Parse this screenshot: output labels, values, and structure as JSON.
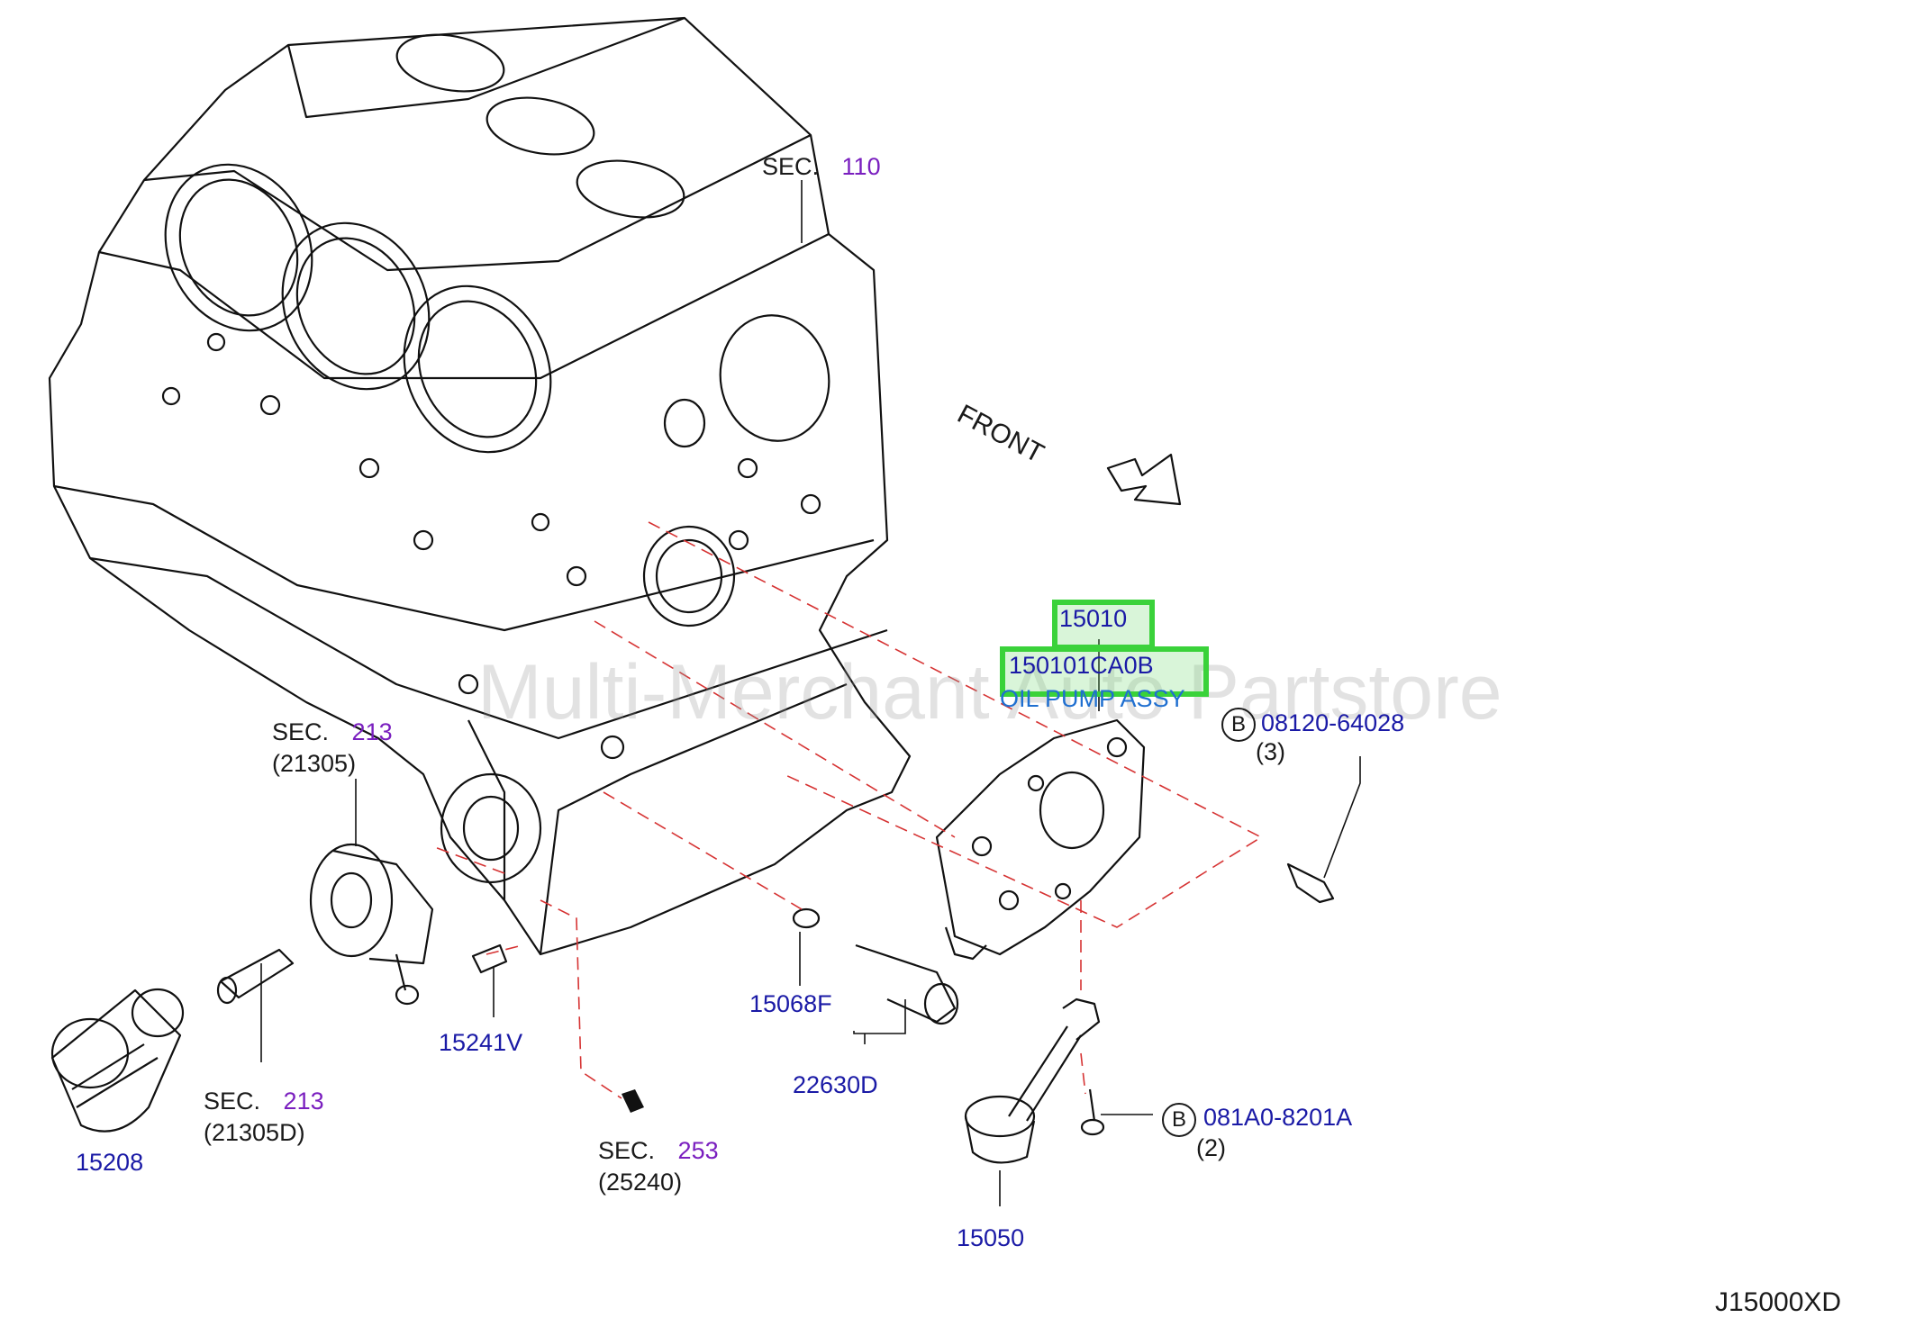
{
  "diagram_id": "J15000XD",
  "watermark": "Multi-Merchant Auto Partstore",
  "front_label": "FRONT",
  "highlight_color": "#3ad23a",
  "labels": {
    "sec110": {
      "sec": "SEC.",
      "num": "110"
    },
    "sec213a": {
      "sec": "SEC.",
      "num": "213",
      "ref": "(21305)"
    },
    "sec213b": {
      "sec": "SEC.",
      "num": "213",
      "ref": "(21305D)"
    },
    "sec253": {
      "sec": "SEC.",
      "num": "253",
      "ref": "(25240)"
    },
    "part_15010": "15010",
    "part_150101CA0B": "150101CA0B",
    "part_desc": "OIL PUMP ASSY",
    "bolt_b1": {
      "marker": "B",
      "part": "08120-64028",
      "qty": "(3)"
    },
    "bolt_b2": {
      "marker": "B",
      "part": "081A0-8201A",
      "qty": "(2)"
    },
    "part_15241V": "15241V",
    "part_15068F": "15068F",
    "part_22630D": "22630D",
    "part_15208": "15208",
    "part_15050": "15050"
  }
}
